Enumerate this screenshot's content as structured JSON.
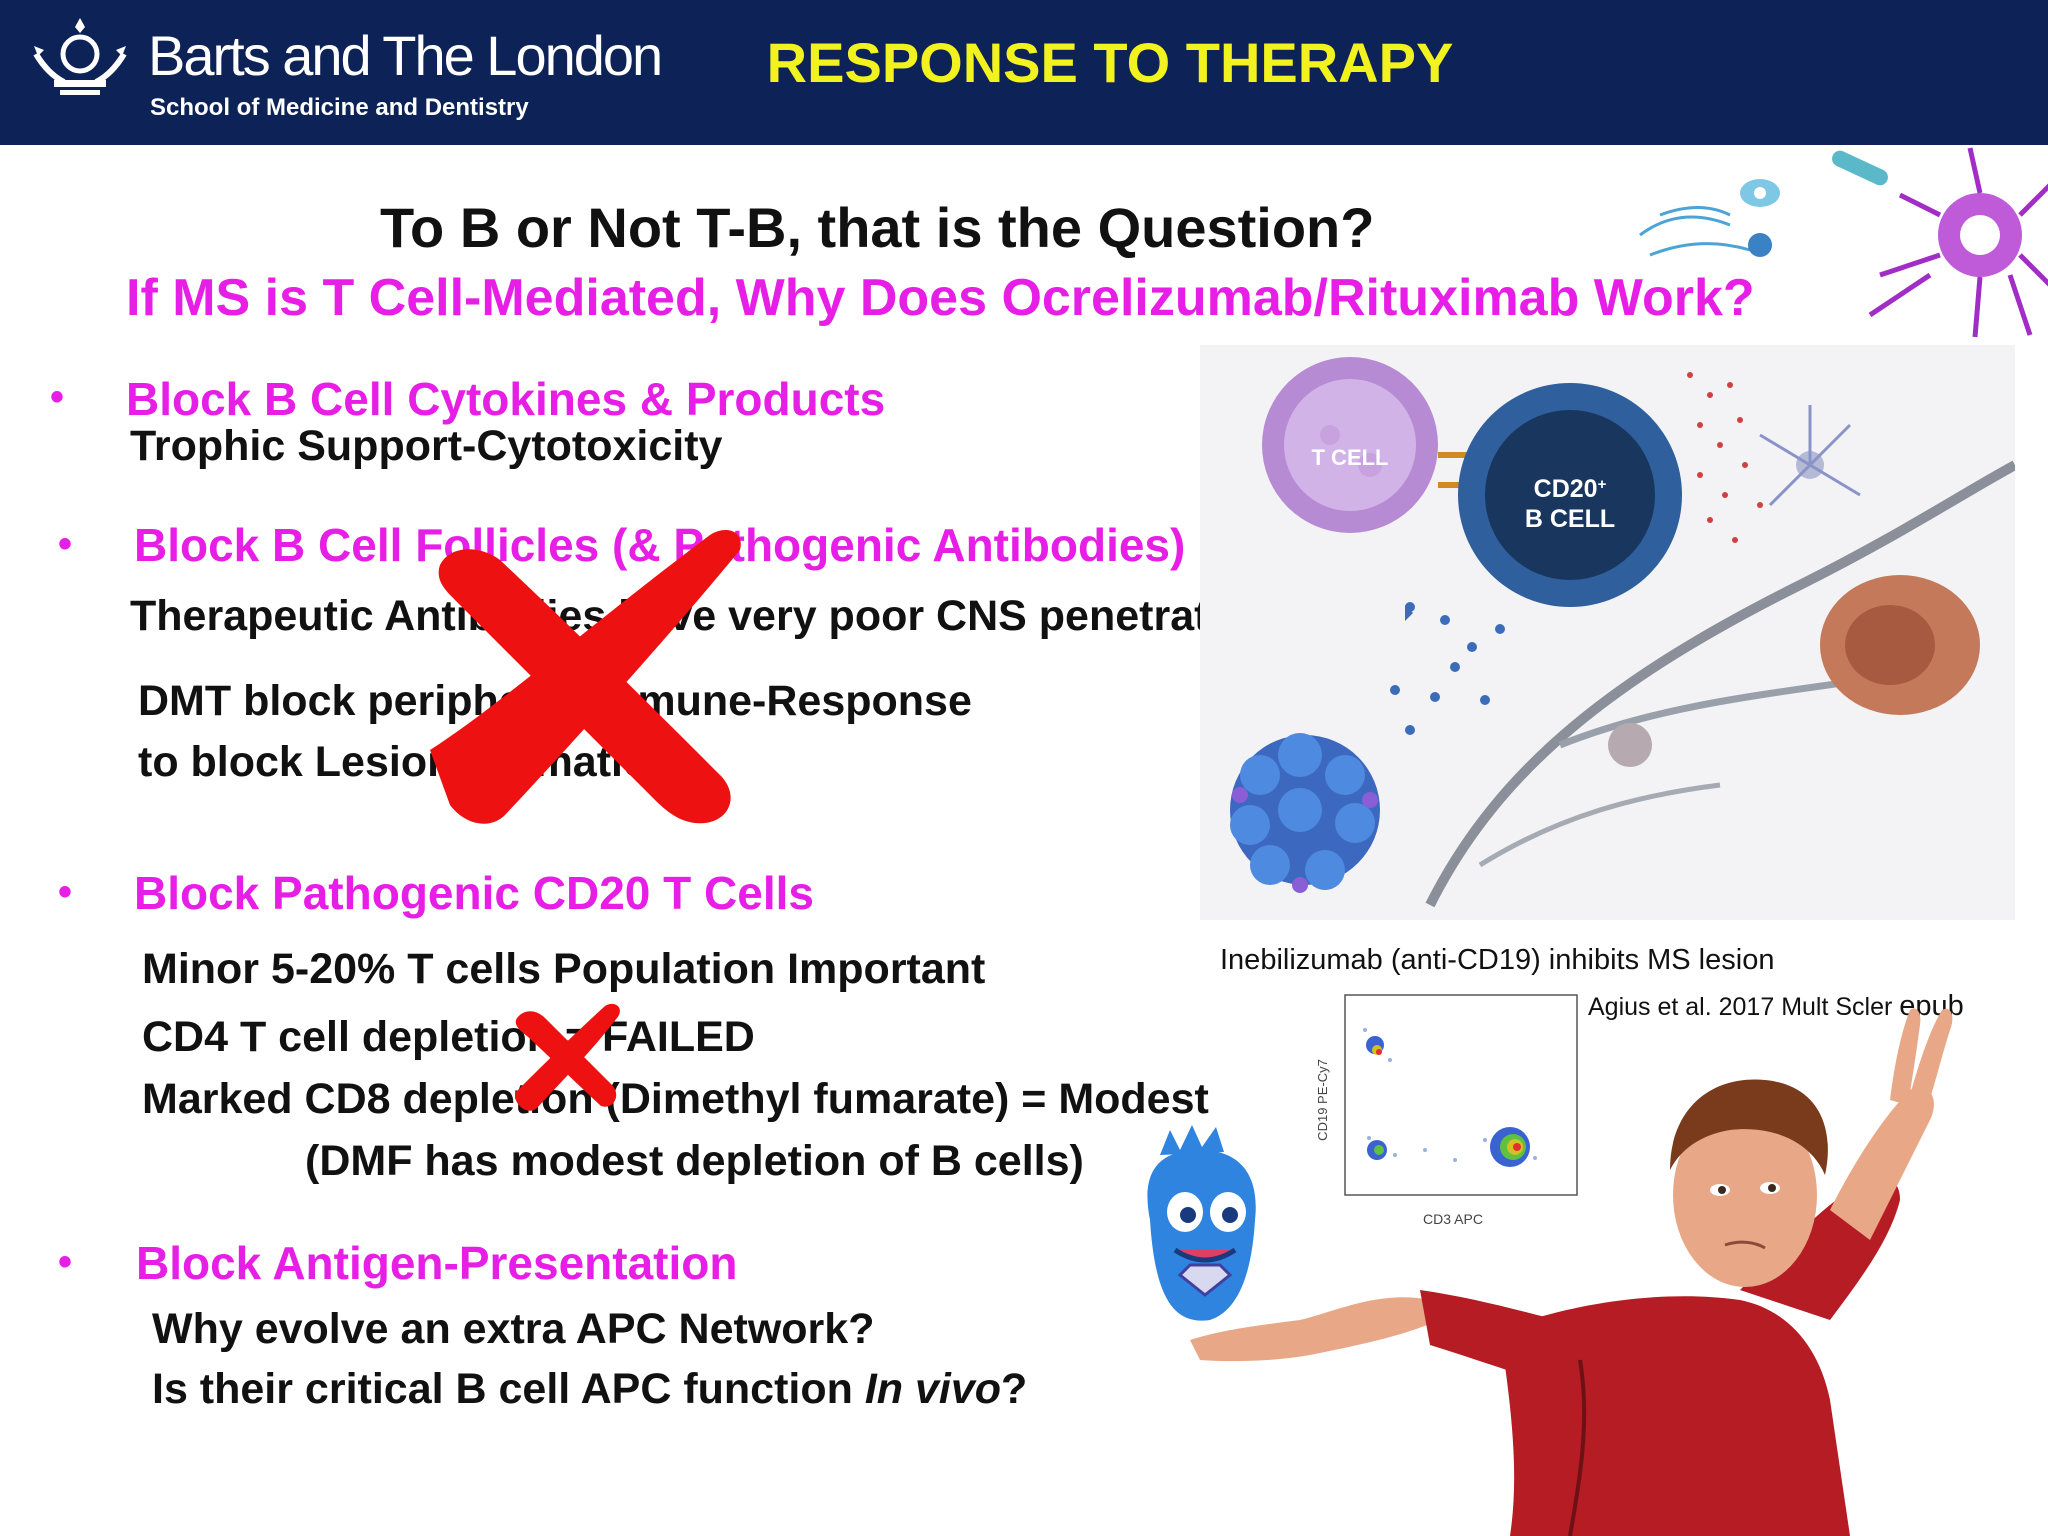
{
  "header": {
    "institution": "Barts and The London",
    "school": "School of Medicine and Dentistry",
    "slide_title": "RESPONSE TO THERAPY"
  },
  "heading": {
    "title": "To B or Not T-B, that is the Question?",
    "subtitle": "If MS is T Cell-Mediated, Why Does Ocrelizumab/Rituximab Work?"
  },
  "sections": [
    {
      "bullet": "Block B Cell Cytokines & Products",
      "lines": [
        "Trophic Support-Cytotoxicity"
      ]
    },
    {
      "bullet": "Block B Cell Follicles (& Pathogenic Antibodies)",
      "lines": [
        "Therapeutic Antibodies have very poor CNS penetration",
        "DMT block peripheral Immune-Response",
        "to block Lesion Formation"
      ]
    },
    {
      "bullet": "Block Pathogenic CD20 T Cells",
      "lines": [
        "Minor 5-20% T cells Population Important",
        "CD4 T cell depletion = FAILED",
        "Marked CD8 depletion (Dimethyl fumarate) = Modest",
        "(DMF has modest depletion of B cells)"
      ]
    },
    {
      "bullet": "Block Antigen-Presentation",
      "lines": [
        "Why evolve an extra APC Network?",
        "Is their critical B cell APC function ",
        "In vivo",
        "?"
      ]
    }
  ],
  "illustration": {
    "t_cell_label": "T CELL",
    "b_cell_label_1": "CD20",
    "b_cell_label_sup": "+",
    "b_cell_label_2": "B CELL"
  },
  "figure": {
    "caption": "Inebilizumab (anti-CD19)  inhibits MS lesion",
    "citation_authors": "Agius et al. 2017 Mult Scler ",
    "citation_epub": "epub",
    "plot_ylabel": "CD19 PE-Cy7",
    "plot_xlabel": "CD3 APC"
  },
  "colors": {
    "header_bg": "#0d2257",
    "title_yellow": "#f2f21f",
    "accent_magenta": "#e61ee6",
    "cross_red": "#ee1111"
  }
}
